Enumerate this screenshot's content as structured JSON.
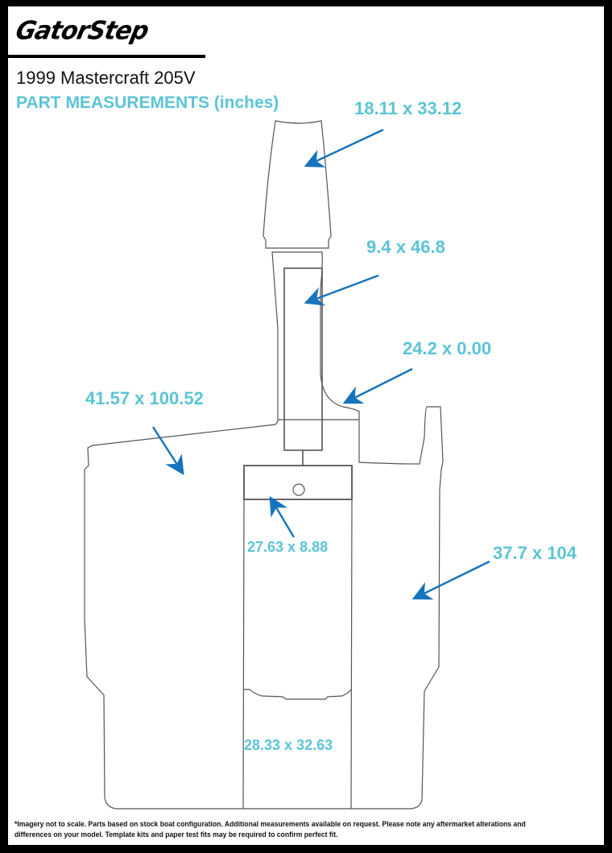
{
  "brand": {
    "logo_text": "GatorStep"
  },
  "header": {
    "model": "1999 Mastercraft 205V",
    "subtitle": "PART MEASUREMENTS (inches)"
  },
  "colors": {
    "label": "#5bc4d6",
    "arrow": "#1673bd",
    "outline": "#555555",
    "frame": "#000000"
  },
  "parts": [
    {
      "id": "bow-top",
      "label": "18.11 x 33.12"
    },
    {
      "id": "center-strip",
      "label": "9.4 x 46.8"
    },
    {
      "id": "helm-side",
      "label": "24.2 x 0.00"
    },
    {
      "id": "port-side",
      "label": "41.57 x 100.52"
    },
    {
      "id": "engine-lid-pad",
      "label": "27.63 x 8.88"
    },
    {
      "id": "starboard-side",
      "label": "37.7 x 104"
    },
    {
      "id": "swim-platform",
      "label": "28.33 x 32.63"
    }
  ],
  "footer": {
    "disclaimer": "*Imagery not to scale. Parts based on stock boat configuration. Additional measurements available on request. Please note any aftermarket alterations and differences on your model. Template kits and paper test fits may be required to confirm perfect fit."
  }
}
